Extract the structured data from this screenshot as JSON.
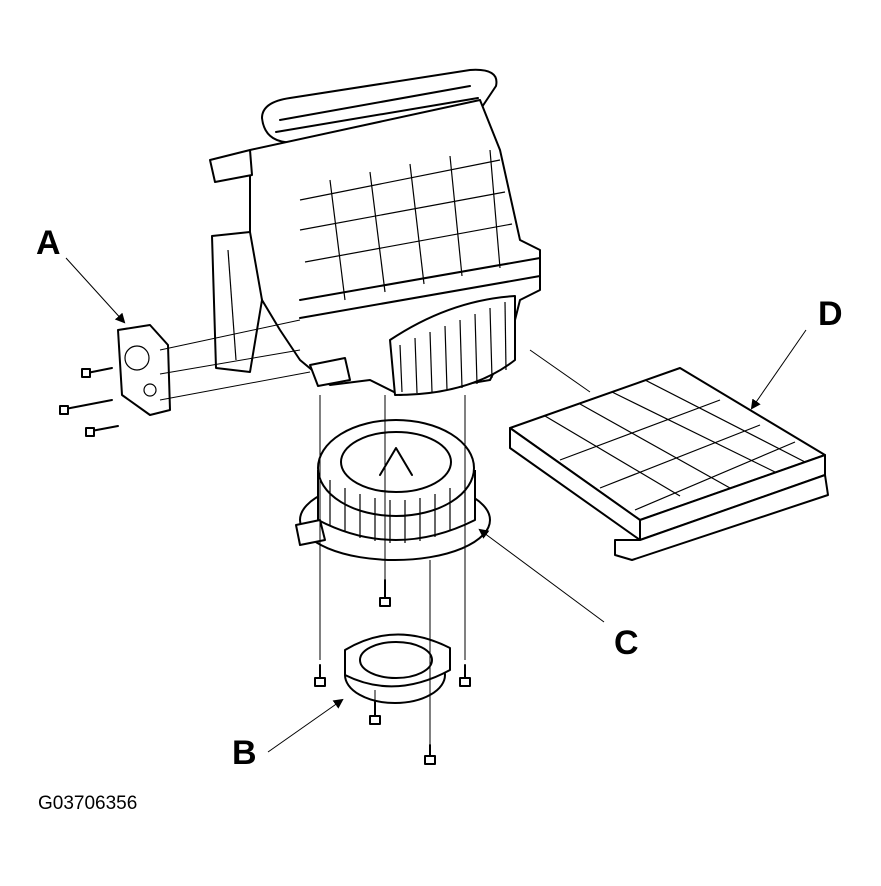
{
  "labels": {
    "A": "A",
    "B": "B",
    "C": "C",
    "D": "D"
  },
  "figure_id": "G03706356",
  "colors": {
    "ink": "#000000",
    "paper": "#ffffff"
  }
}
